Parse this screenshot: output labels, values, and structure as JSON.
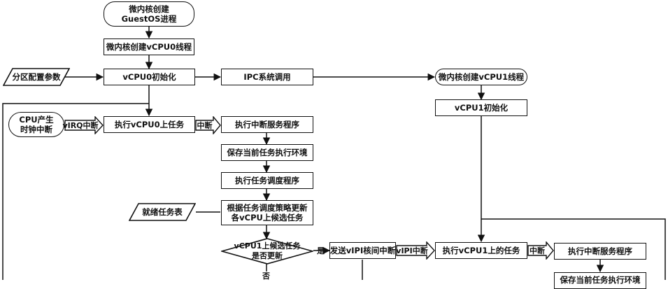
{
  "nodes": {
    "start": "微内核创建\nGuestOS进程",
    "create_vcpu0": "微内核创建vCPU0线程",
    "partition_params": "分区配置参数",
    "vcpu0_init": "vCPU0初始化",
    "ipc_call": "IPC系统调用",
    "create_vcpu1": "微内核创建vCPU1线程",
    "vcpu1_init": "vCPU1初始化",
    "cpu_clock_irq": "CPU产生\n时钟中断",
    "exec_vcpu0": "执行vCPU0上任务",
    "exec_isr_1": "执行中断服务程序",
    "save_env_1": "保存当前任务执行环境",
    "exec_scheduler": "执行任务调度程序",
    "ready_table": "就绪任务表",
    "update_candidates": "根据任务调度策略更新\n各vCPU上候选任务",
    "decision": "vCPU1上候选任务\n是否更新",
    "send_ipi": "发送vIPI核间中断",
    "exec_vcpu1": "执行vCPU1上的任务",
    "exec_isr_2": "执行中断服务程序",
    "save_env_2": "保存当前任务执行环境"
  },
  "edge_labels": {
    "virq": "vIRQ中断",
    "interrupt_1": "中断",
    "yes": "是",
    "no": "否",
    "vipi": "vIPI中断",
    "interrupt_2": "中断"
  }
}
